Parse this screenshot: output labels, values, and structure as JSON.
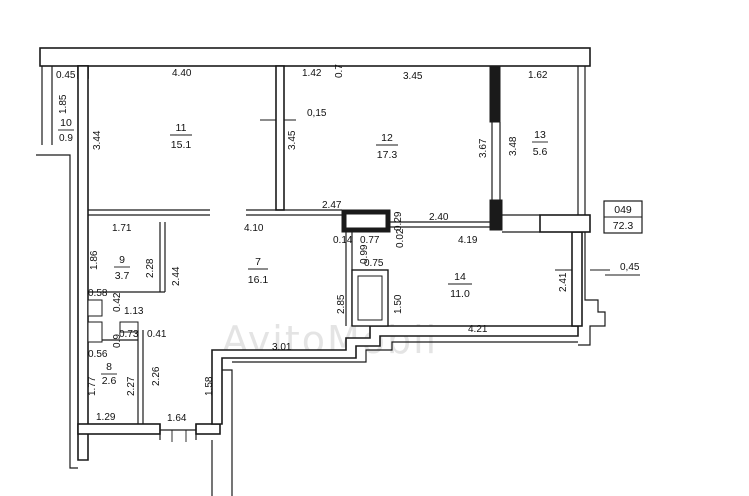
{
  "watermark": "AvitoMobil",
  "summary": {
    "code": "049",
    "total": "72.3"
  },
  "rooms": [
    {
      "id": "11",
      "area": "15.1"
    },
    {
      "id": "12",
      "area": "17.3"
    },
    {
      "id": "13",
      "area": "5.6"
    },
    {
      "id": "10",
      "area": ""
    },
    {
      "id": "9",
      "area": "3.7"
    },
    {
      "id": "7",
      "area": "16.1"
    },
    {
      "id": "14",
      "area": "11.0"
    },
    {
      "id": "8",
      "area": "2.6"
    }
  ],
  "dimensions": {
    "d_0_45_top": "0.45",
    "d_4_40": "4.40",
    "d_1_42": "1.42",
    "d_0_7": "0.7",
    "d_3_45_top": "3.45",
    "d_1_62": "1.62",
    "d_1_85": "1.85",
    "d_0_9_left": "0.9",
    "d_3_44": "3.44",
    "d_0_15": "0,15",
    "d_3_45_mid": "3.45",
    "d_3_67": "3.67",
    "d_3_48": "3.48",
    "d_2_47": "2.47",
    "d_0_29": "0.29",
    "d_2_40": "2.40",
    "d_1_71": "1.71",
    "d_4_10": "4.10",
    "d_0_14": "0.14",
    "d_0_77": "0.77",
    "d_0_02": "0.02",
    "d_4_19": "4.19",
    "d_1_86": "1.86",
    "d_2_28": "2.28",
    "d_2_44": "2.44",
    "d_0_99": "0.99",
    "d_0_75": "0.75",
    "d_2_41": "2.41",
    "d_0_45_right": "0,45",
    "d_0_58": "0.58",
    "d_0_42": "0.42",
    "d_1_13": "1.13",
    "d_2_85": "2.85",
    "d_1_50": "1.50",
    "d_0_73": "0.73",
    "d_0_41": "0.41",
    "d_0_9_small": "0.9",
    "d_4_21": "4.21",
    "d_0_56": "0.56",
    "d_3_01": "3.01",
    "d_1_77": "1.77",
    "d_2_27": "2.27",
    "d_2_26": "2.26",
    "d_1_58": "1.58",
    "d_1_29": "1.29",
    "d_1_64": "1.64"
  }
}
